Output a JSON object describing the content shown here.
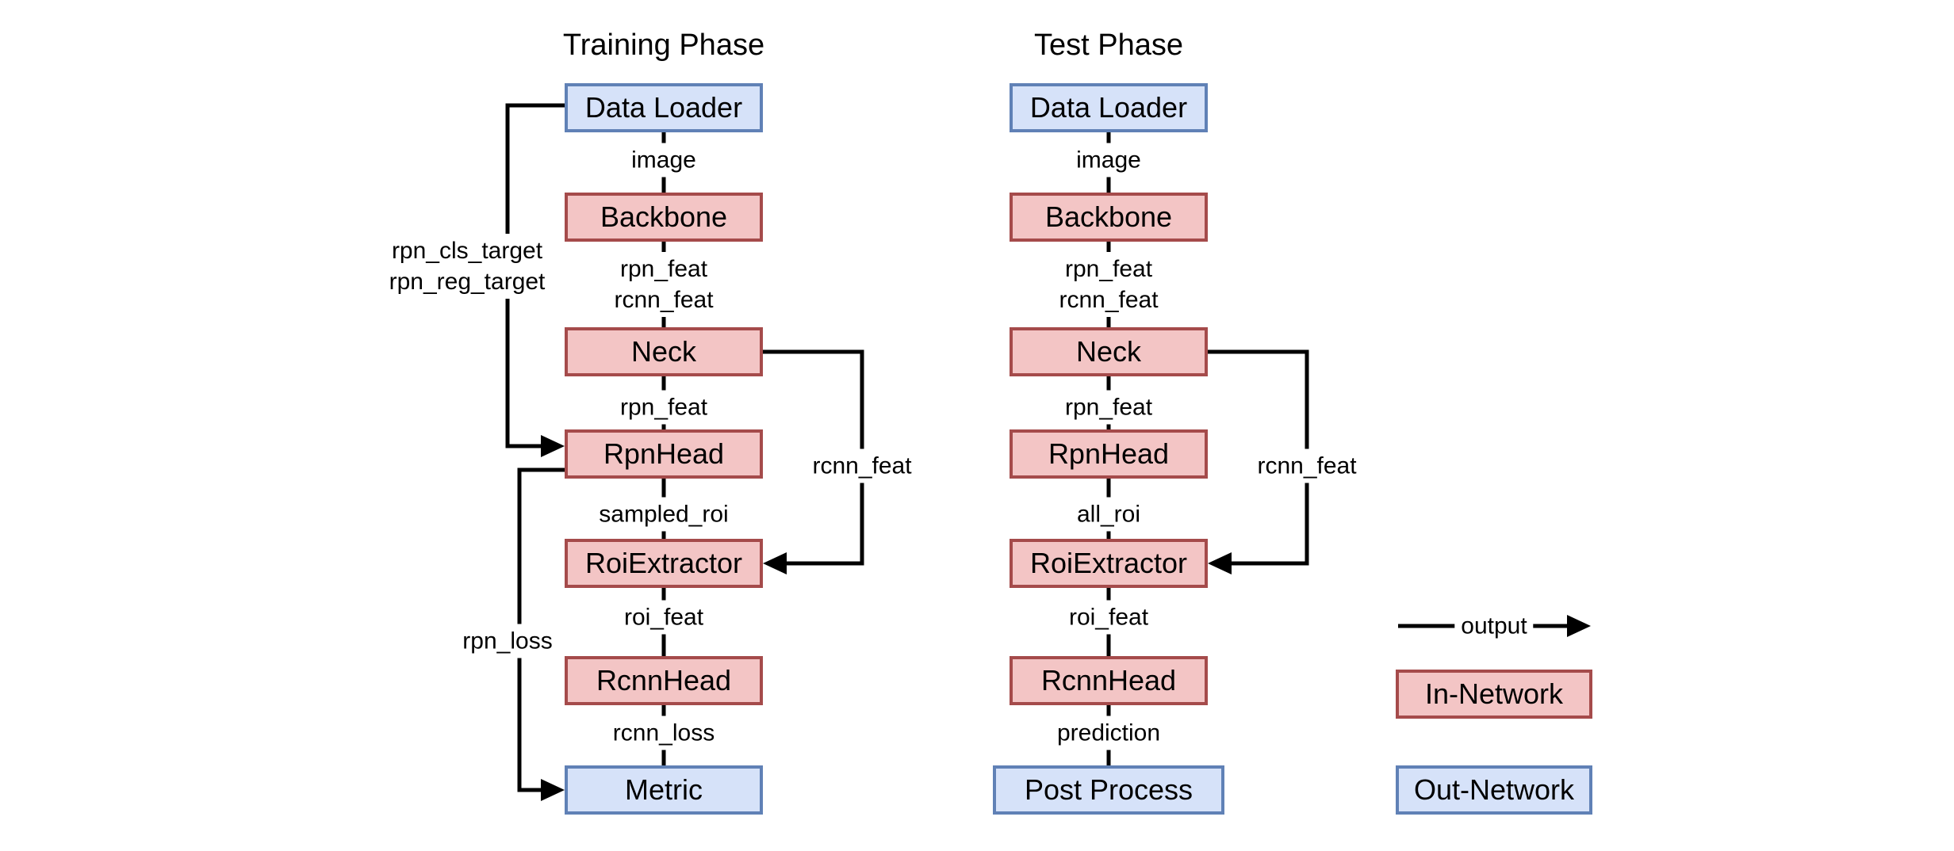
{
  "diagram": {
    "training": {
      "title": "Training Phase",
      "boxes": {
        "data_loader": "Data Loader",
        "backbone": "Backbone",
        "neck": "Neck",
        "rpn_head": "RpnHead",
        "roi_extractor": "RoiExtractor",
        "rcnn_head": "RcnnHead",
        "metric": "Metric"
      },
      "labels": {
        "image": "image",
        "rpn_feat_1": "rpn_feat",
        "rcnn_feat_1": "rcnn_feat",
        "rpn_feat_2": "rpn_feat",
        "sampled_roi": "sampled_roi",
        "roi_feat": "roi_feat",
        "rcnn_loss": "rcnn_loss",
        "rpn_cls_target": "rpn_cls_target",
        "rpn_reg_target": "rpn_reg_target",
        "rpn_loss": "rpn_loss",
        "rcnn_feat_branch": "rcnn_feat"
      }
    },
    "test": {
      "title": "Test Phase",
      "boxes": {
        "data_loader": "Data Loader",
        "backbone": "Backbone",
        "neck": "Neck",
        "rpn_head": "RpnHead",
        "roi_extractor": "RoiExtractor",
        "rcnn_head": "RcnnHead",
        "post_process": "Post Process"
      },
      "labels": {
        "image": "image",
        "rpn_feat_1": "rpn_feat",
        "rcnn_feat_1": "rcnn_feat",
        "rpn_feat_2": "rpn_feat",
        "all_roi": "all_roi",
        "roi_feat": "roi_feat",
        "prediction": "prediction",
        "rcnn_feat_branch": "rcnn_feat"
      }
    },
    "legend": {
      "output": "output",
      "in_network": "In-Network",
      "out_network": "Out-Network"
    },
    "colors": {
      "in_fill": "#f3c5c5",
      "in_stroke": "#a54b4b",
      "out_fill": "#d6e2f9",
      "out_stroke": "#6081b6",
      "line": "#000000"
    }
  }
}
